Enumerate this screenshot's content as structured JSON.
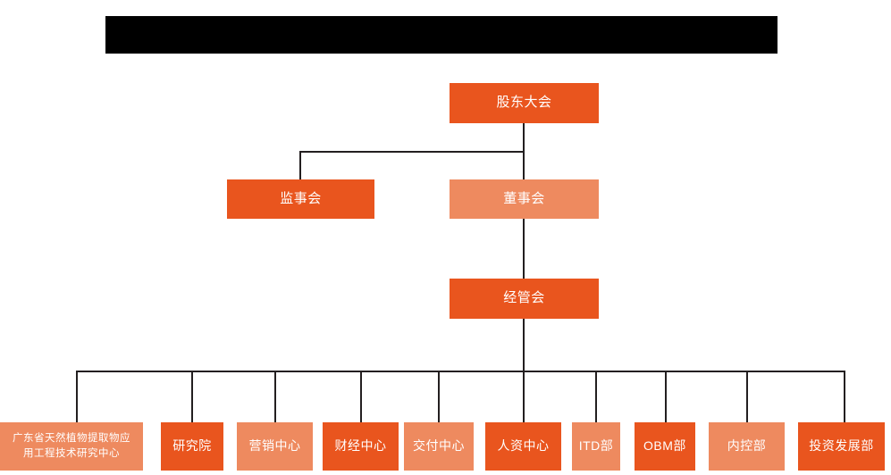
{
  "chart": {
    "title_bar": {
      "label": "",
      "redacted": true,
      "color": "#000000"
    },
    "colors": {
      "primary": "#E9551E",
      "secondary": "#EE8A5F",
      "connector": "#231f20",
      "background": "#ffffff",
      "text": "#ffffff"
    },
    "levels": {
      "level1": [
        {
          "label": "股东大会",
          "tone": "primary"
        }
      ],
      "level2": [
        {
          "label": "监事会",
          "tone": "primary"
        },
        {
          "label": "董事会",
          "tone": "secondary"
        }
      ],
      "level3": [
        {
          "label": "经管会",
          "tone": "primary"
        }
      ],
      "level4": [
        {
          "line1": "广东省天然植物提取物应",
          "line2": "用工程技术研究中心",
          "tone": "secondary"
        },
        {
          "label": "研究院",
          "tone": "primary"
        },
        {
          "label": "营销中心",
          "tone": "secondary"
        },
        {
          "label": "财经中心",
          "tone": "primary"
        },
        {
          "label": "交付中心",
          "tone": "secondary"
        },
        {
          "label": "人资中心",
          "tone": "primary"
        },
        {
          "label": "ITD部",
          "tone": "secondary"
        },
        {
          "label": "OBM部",
          "tone": "primary"
        },
        {
          "label": "内控部",
          "tone": "secondary"
        },
        {
          "label": "投资发展部",
          "tone": "primary"
        }
      ]
    }
  }
}
